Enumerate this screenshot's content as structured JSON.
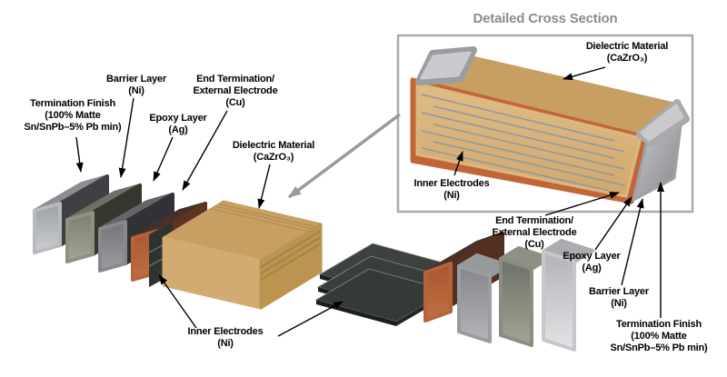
{
  "figure": {
    "inset_title": "Detailed Cross Section"
  },
  "labels": {
    "exploded": {
      "termination_finish": [
        "Termination Finish",
        "(100% Matte",
        "Sn/SnPb–5% Pb min)"
      ],
      "barrier_layer": [
        "Barrier Layer",
        "(Ni)"
      ],
      "epoxy_layer": [
        "Epoxy Layer",
        "(Ag)"
      ],
      "end_termination": [
        "End Termination/",
        "External Electrode",
        "(Cu)"
      ],
      "dielectric_material": [
        "Dielectric Material",
        "(CaZrO₃)"
      ],
      "inner_electrodes": [
        "Inner Electrodes",
        "(Ni)"
      ]
    },
    "inset": {
      "dielectric_material": [
        "Dielectric Material",
        "(CaZrO₃)"
      ],
      "inner_electrodes": [
        "Inner Electrodes",
        "(Ni)"
      ],
      "end_termination": [
        "End Termination/",
        "External Electrode",
        "(Cu)"
      ],
      "epoxy_layer": [
        "Epoxy Layer",
        "(Ag)"
      ],
      "barrier_layer": [
        "Barrier Layer",
        "(Ni)"
      ],
      "termination_finish": [
        "Termination Finish",
        "(100% Matte",
        "Sn/SnPb–5% Pb min)"
      ]
    }
  },
  "colors": {
    "dielectric_tan": "#d2ab72",
    "dielectric_top": "#c89f62",
    "dielectric_side": "#bb944f",
    "copper": "#b5633a",
    "copper_dark": "#46312a",
    "electrode_dark": "#2f332f",
    "electrode_line": "#8f9aa0",
    "silver": "#c0c2c5",
    "arrow_gray": "#9a9a9a",
    "title_gray": "#8c8c8c",
    "inset_border": "#aaaaaa",
    "label_black": "#000000"
  }
}
